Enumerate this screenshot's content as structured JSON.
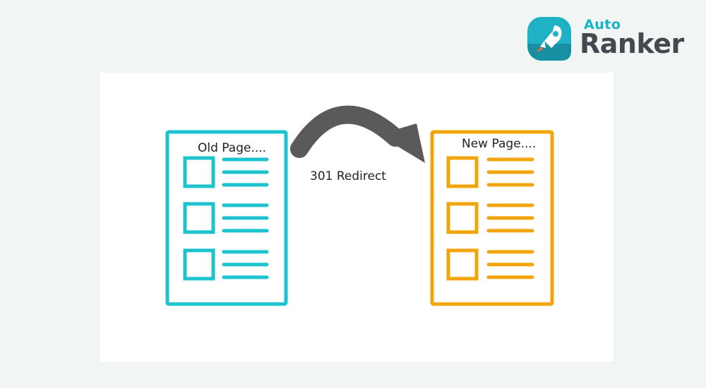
{
  "brand": {
    "word_top": "Auto",
    "word_bottom": "Ranker",
    "icon": "rocket-icon",
    "colors": {
      "accent": "#18b4c4",
      "text": "#44494f"
    }
  },
  "diagram": {
    "old_page": {
      "title": "Old Page....",
      "color": "#1cc3cf",
      "rows": 3
    },
    "new_page": {
      "title": "New Page....",
      "color": "#f2a40c",
      "rows": 3
    },
    "arrow": {
      "label": "301 Redirect",
      "color": "#5a5a5a"
    }
  }
}
